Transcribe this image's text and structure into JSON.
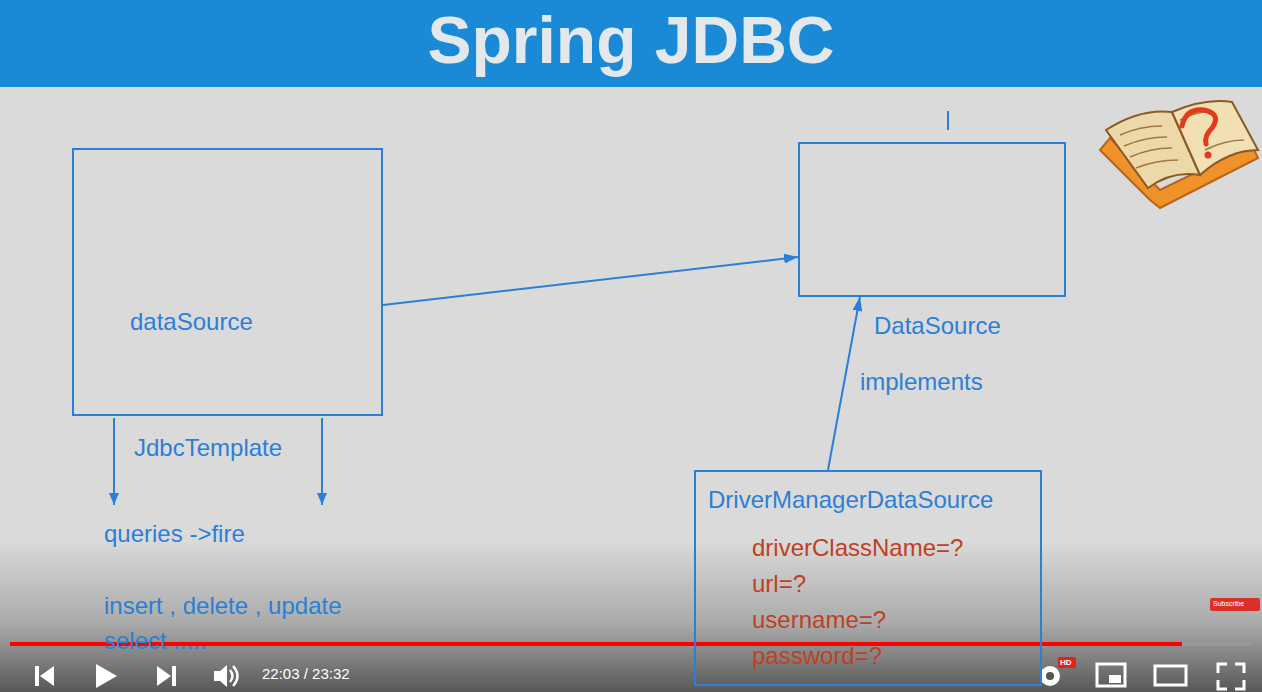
{
  "diagram": {
    "title": "Spring JDBC",
    "nodes": [
      {
        "text": [
          "dataSource",
          "JdbcTemplate"
        ]
      },
      {
        "text": [
          "DataSource"
        ]
      },
      {
        "text": [
          "DriverManagerDataSource",
          "driverClassName=?",
          "url=?",
          "username=?",
          "password=?"
        ]
      }
    ],
    "edges": [
      {
        "from": 0,
        "to": 1,
        "arrow": "to"
      },
      {
        "from": 2,
        "to": 1,
        "label": "implements",
        "arrow": "to"
      }
    ],
    "labels": [
      "queries ->fire",
      "insert , delete , update",
      "select .....",
      "22:03 / 23:32",
      "HD",
      "Subscribe"
    ]
  }
}
